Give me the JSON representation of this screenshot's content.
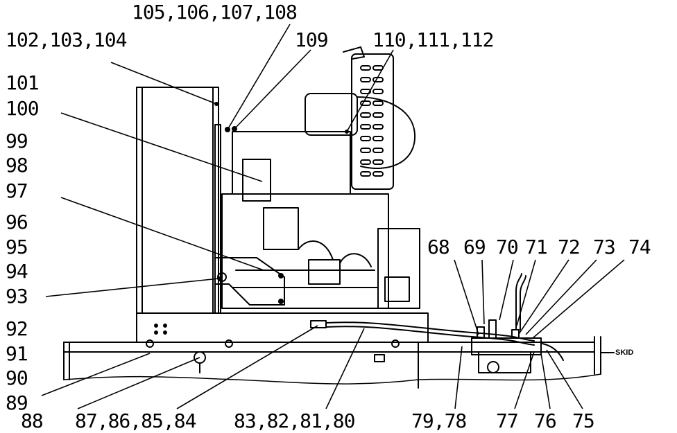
{
  "callouts": {
    "c105_108": "105,106,107,108",
    "c102_104": "102,103,104",
    "c109": "109",
    "c110_112": "110,111,112",
    "c101": "101",
    "c100": "100",
    "c99": "99",
    "c98": "98",
    "c97": "97",
    "c96": "96",
    "c95": "95",
    "c94": "94",
    "c93": "93",
    "c92": "92",
    "c91": "91",
    "c90": "90",
    "c89": "89",
    "c88": "88",
    "c87_84": "87,86,85,84",
    "c83_80": "83,82,81,80",
    "c79_78": "79,78",
    "c77": "77",
    "c76": "76",
    "c75": "75",
    "c68": "68",
    "c69": "69",
    "c70": "70",
    "c71": "71",
    "c72": "72",
    "c73": "73",
    "c74": "74"
  },
  "skid_label": "SKID"
}
